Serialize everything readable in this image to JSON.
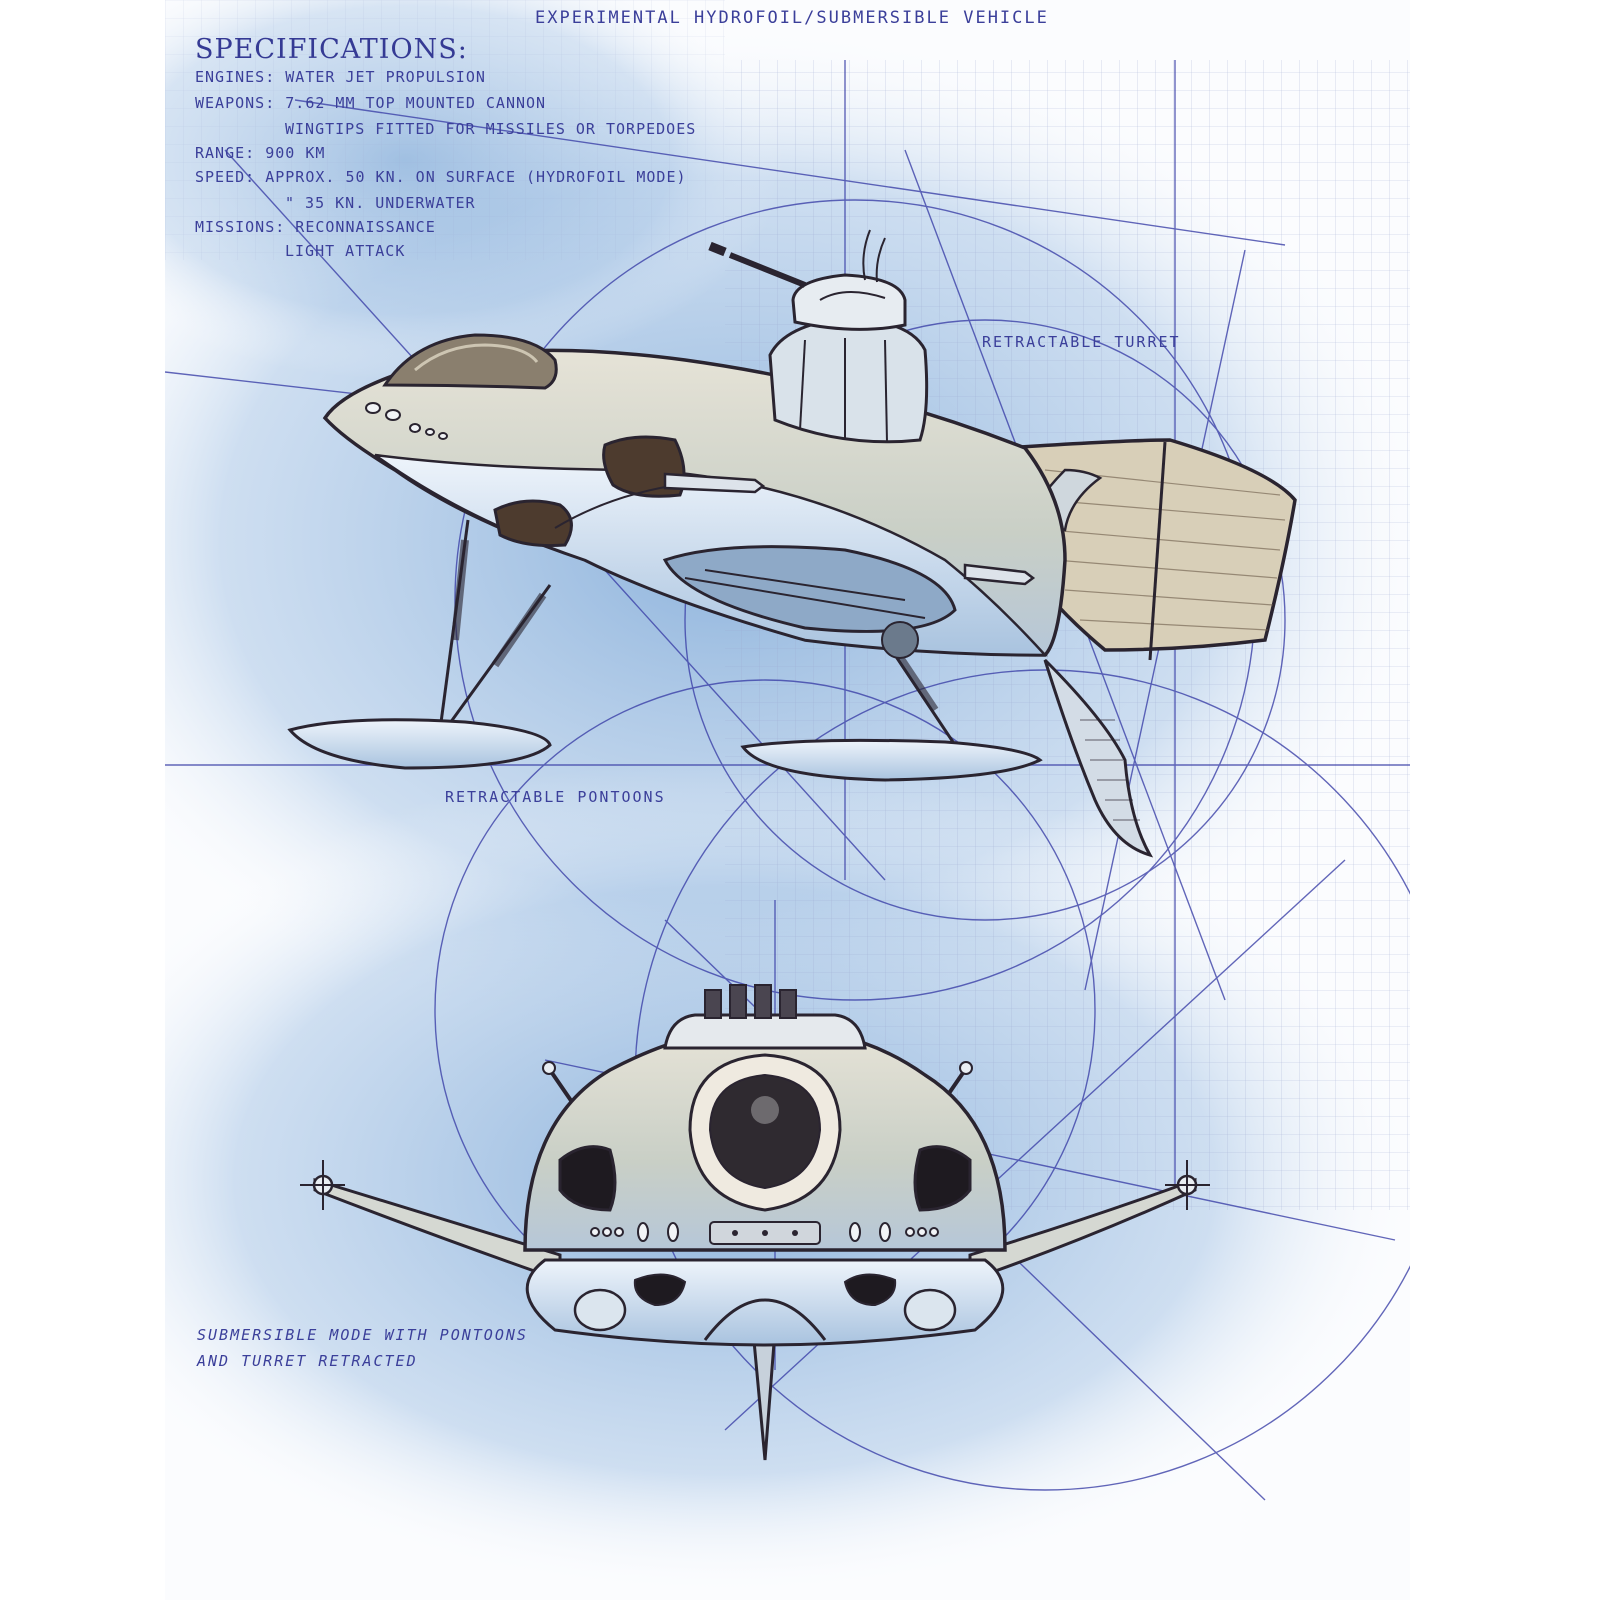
{
  "subtitle": "EXPERIMENTAL HYDROFOIL/SUBMERSIBLE VEHICLE",
  "specifications": {
    "heading": "SPECIFICATIONS:",
    "lines": [
      "ENGINES: WATER JET PROPULSION",
      "WEAPONS: 7.62 MM TOP MOUNTED CANNON",
      "WINGTIPS FITTED FOR MISSILES OR TORPEDOES",
      "RANGE: 900 KM",
      "SPEED: APPROX. 50 KN. ON SURFACE (HYDROFOIL MODE)",
      "\"   35 KN. UNDERWATER",
      "MISSIONS: RECONNAISSANCE",
      "LIGHT ATTACK"
    ]
  },
  "callouts": {
    "turret": "RETRACTABLE TURRET",
    "pontoons": "RETRACTABLE PONTOONS",
    "mode_line1": "SUBMERSIBLE MODE WITH PONTOONS",
    "mode_line2": "AND TURRET RETRACTED"
  },
  "colors": {
    "ink": "#3b3f9a",
    "wash": "#8fb5dc",
    "hull": "#dcd7c6",
    "outline": "#2a2430"
  }
}
